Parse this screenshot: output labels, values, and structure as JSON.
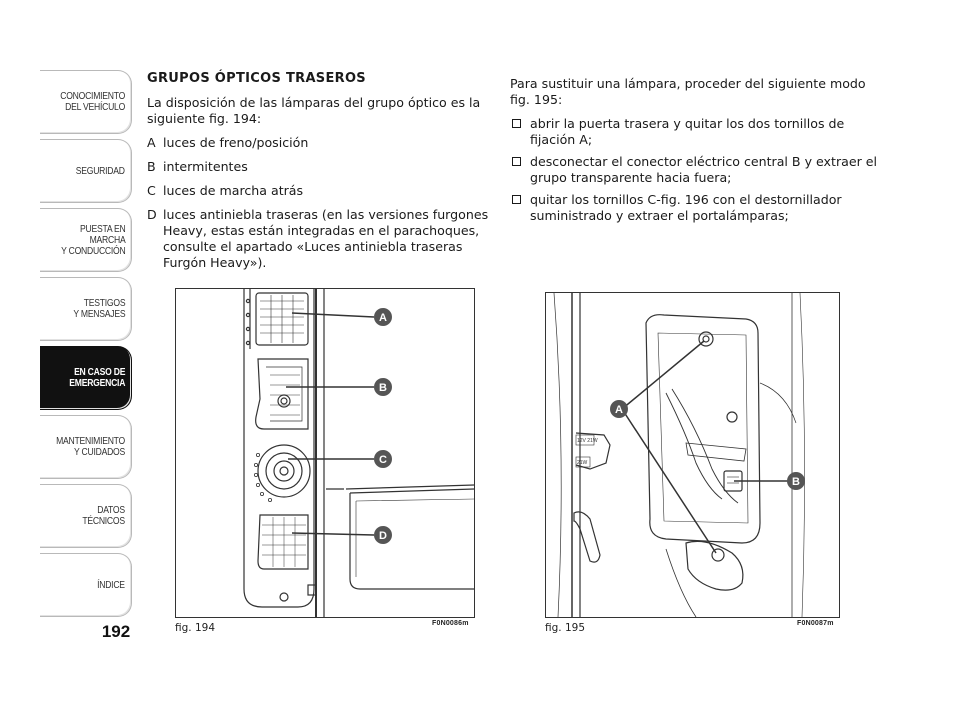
{
  "sidebar": {
    "tabs": [
      {
        "label": "CONOCIMIENTO\nDEL VEHÍCULO",
        "active": false
      },
      {
        "label": "SEGURIDAD",
        "active": false
      },
      {
        "label": "PUESTA EN\nMARCHA\nY CONDUCCIÓN",
        "active": false
      },
      {
        "label": "TESTIGOS\nY MENSAJES",
        "active": false
      },
      {
        "label": "EN CASO DE\nEMERGENCIA",
        "active": true
      },
      {
        "label": "MANTENIMIENTO\nY CUIDADOS",
        "active": false
      },
      {
        "label": "DATOS\nTÉCNICOS",
        "active": false
      },
      {
        "label": "ÍNDICE",
        "active": false
      }
    ]
  },
  "page_number": "192",
  "left_column": {
    "heading": "GRUPOS ÓPTICOS TRASEROS",
    "intro": "La disposición de las lámparas del grupo óptico es la siguiente fig. 194:",
    "legend": [
      {
        "key": "A",
        "text": "luces de freno/posición"
      },
      {
        "key": "B",
        "text": "intermitentes"
      },
      {
        "key": "C",
        "text": "luces de marcha atrás"
      },
      {
        "key": "D",
        "text": "luces antiniebla traseras (en las versiones furgones Heavy, estas están integradas en el parachoques, consulte el apartado «Luces antiniebla traseras Furgón Heavy»)."
      }
    ]
  },
  "right_column": {
    "intro": "Para sustituir una lámpara, proceder del siguiente modo fig. 195:",
    "steps": [
      "abrir la puerta trasera y quitar los dos tornillos de fijación A;",
      "desconectar el conector eléctrico central B y extraer el grupo transparente hacia fuera;",
      "quitar los tornillos C-fig. 196 con el destornillador suministrado y extraer el portalámparas;"
    ]
  },
  "figures": {
    "fig194": {
      "caption": "fig. 194",
      "code": "F0N0086m",
      "labels": [
        "A",
        "B",
        "C",
        "D"
      ]
    },
    "fig195": {
      "caption": "fig. 195",
      "code": "F0N0087m",
      "labels": [
        "A",
        "B"
      ],
      "stamp_texts": [
        "12V 21W",
        "21W"
      ]
    }
  },
  "colors": {
    "label_badge": "#555555",
    "active_tab": "#111111",
    "line_art": "#333333"
  }
}
